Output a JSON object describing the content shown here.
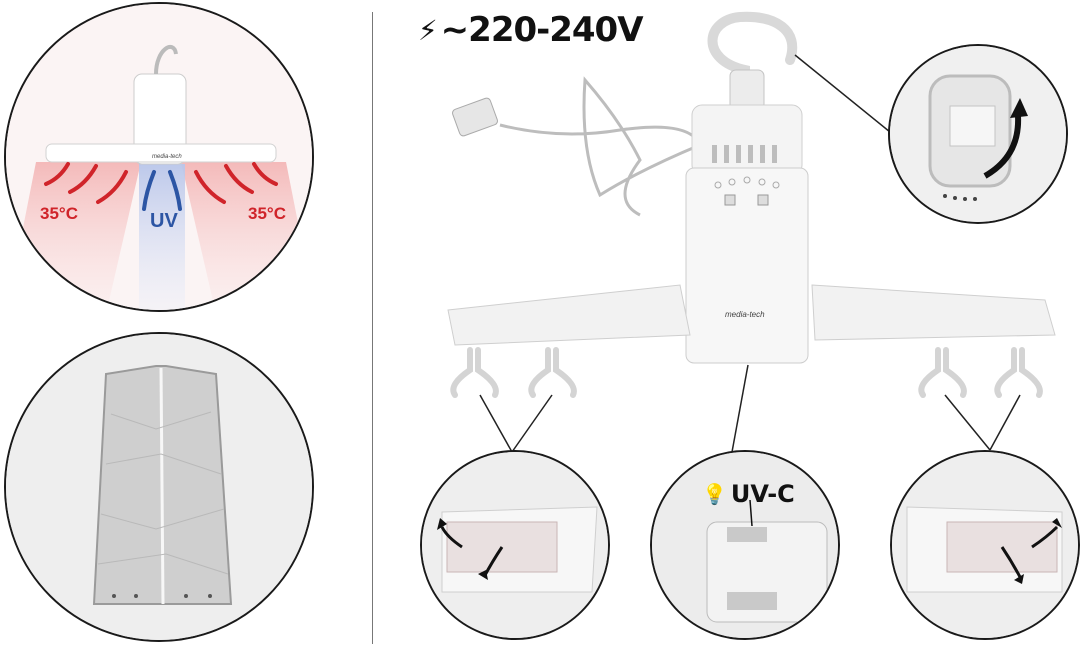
{
  "voltage": {
    "text": "~220-240V",
    "icon": "lightning-icon"
  },
  "heat_view": {
    "temp_left": "35°C",
    "temp_right": "35°C",
    "uv": "UV",
    "colors": {
      "heat": "#d0242a",
      "uv": "#2c55a4"
    }
  },
  "uvc_view": {
    "text": "UV-C",
    "icon": "light-bulb-icon"
  },
  "brand": {
    "text": "media-tech"
  }
}
